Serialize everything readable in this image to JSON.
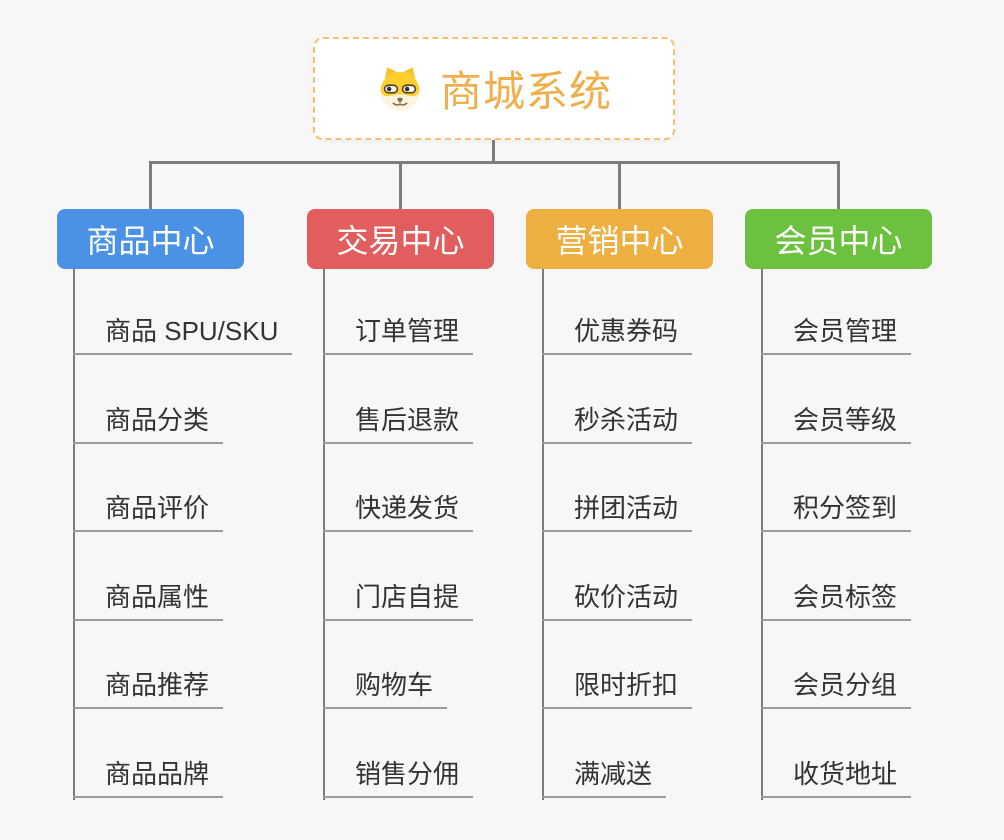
{
  "page": {
    "background_color": "#f7f7f7",
    "connector_color": "#7d7d7d",
    "leaf_underline_color": "#9b9b9b",
    "leaf_text_color": "#333333"
  },
  "root": {
    "title": "商城系统",
    "icon": "dog-face-icon",
    "text_color": "#f0af4b",
    "border_color": "#f5c170",
    "background": "#ffffff"
  },
  "branches": [
    {
      "label": "商品中心",
      "color": "#4b92e6",
      "children": [
        "商品 SPU/SKU",
        "商品分类",
        "商品评价",
        "商品属性",
        "商品推荐",
        "商品品牌"
      ]
    },
    {
      "label": "交易中心",
      "color": "#e25d5d",
      "children": [
        "订单管理",
        "售后退款",
        "快递发货",
        "门店自提",
        "购物车",
        "销售分佣"
      ]
    },
    {
      "label": "营销中心",
      "color": "#eeaf41",
      "children": [
        "优惠券码",
        "秒杀活动",
        "拼团活动",
        "砍价活动",
        "限时折扣",
        "满减送"
      ]
    },
    {
      "label": "会员中心",
      "color": "#6cc13e",
      "children": [
        "会员管理",
        "会员等级",
        "积分签到",
        "会员标签",
        "会员分组",
        "收货地址"
      ]
    }
  ]
}
